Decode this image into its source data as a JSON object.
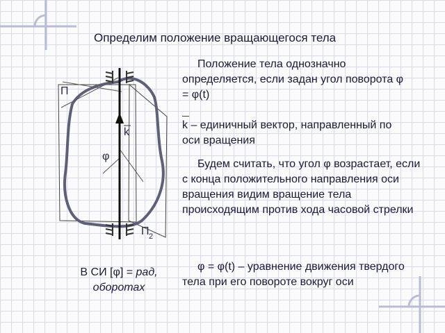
{
  "title": "Определим положение вращающегося тела",
  "para1": "Положение тела однозначно определяется, если задан угол поворота φ = φ(t)",
  "vector_symbol": "k",
  "para2_text": " – единичный  вектор, направленный по оси вращения",
  "para3": "Будем считать, что угол φ возрастает, если с конца положительного направления оси вращения видим вращение тела происходящим против хода часовой стрелки",
  "para4": "φ = φ(t) – уравнение движения твердого тела при его повороте вокруг оси",
  "si_prefix": "В СИ [φ] = ",
  "si_units": "рад, оборотах",
  "diagram": {
    "plane1_label": "П",
    "plane2_label": "П",
    "plane2_subscript": "2",
    "axis_vector_label": "k",
    "angle_label": "φ"
  }
}
